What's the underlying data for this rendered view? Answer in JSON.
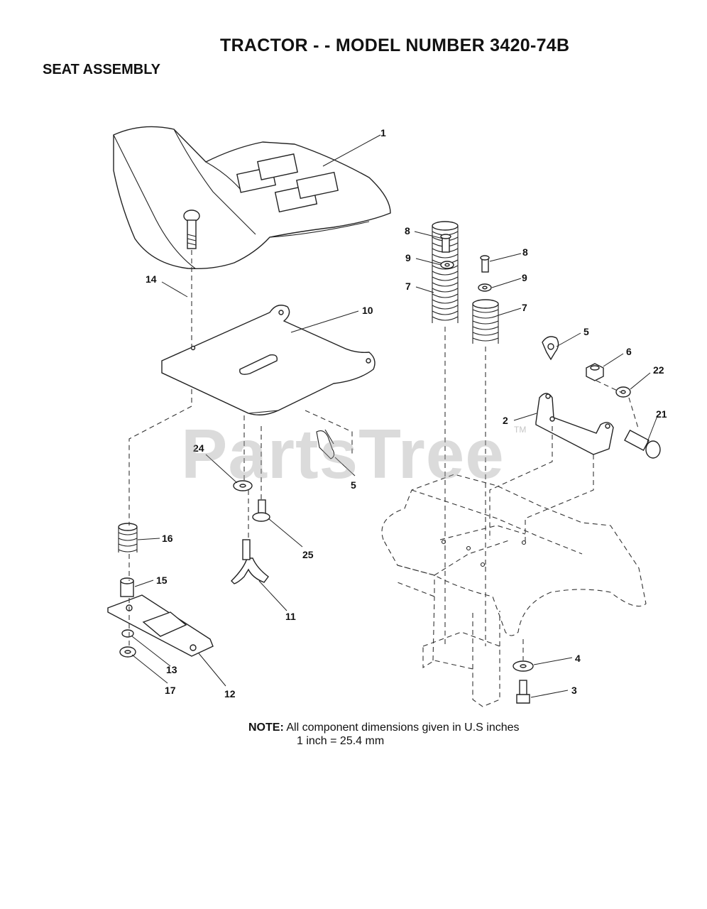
{
  "header": {
    "title": "TRACTOR - - MODEL NUMBER 3420-74B",
    "subtitle": "SEAT ASSEMBLY"
  },
  "note": {
    "label": "NOTE:",
    "line1": "All component dimensions given in U.S  inches",
    "line2": "1 inch = 25.4 mm"
  },
  "watermark": {
    "text": "PartsTree",
    "trademark": "TM"
  },
  "callouts": {
    "c1": "1",
    "c2": "2",
    "c3": "3",
    "c4": "4",
    "c5a": "5",
    "c5b": "5",
    "c6": "6",
    "c7a": "7",
    "c7b": "7",
    "c8a": "8",
    "c8b": "8",
    "c9a": "9",
    "c9b": "9",
    "c10": "10",
    "c11": "11",
    "c12": "12",
    "c13": "13",
    "c14": "14",
    "c15": "15",
    "c16": "16",
    "c17": "17",
    "c21": "21",
    "c22": "22",
    "c24": "24",
    "c25": "25"
  }
}
